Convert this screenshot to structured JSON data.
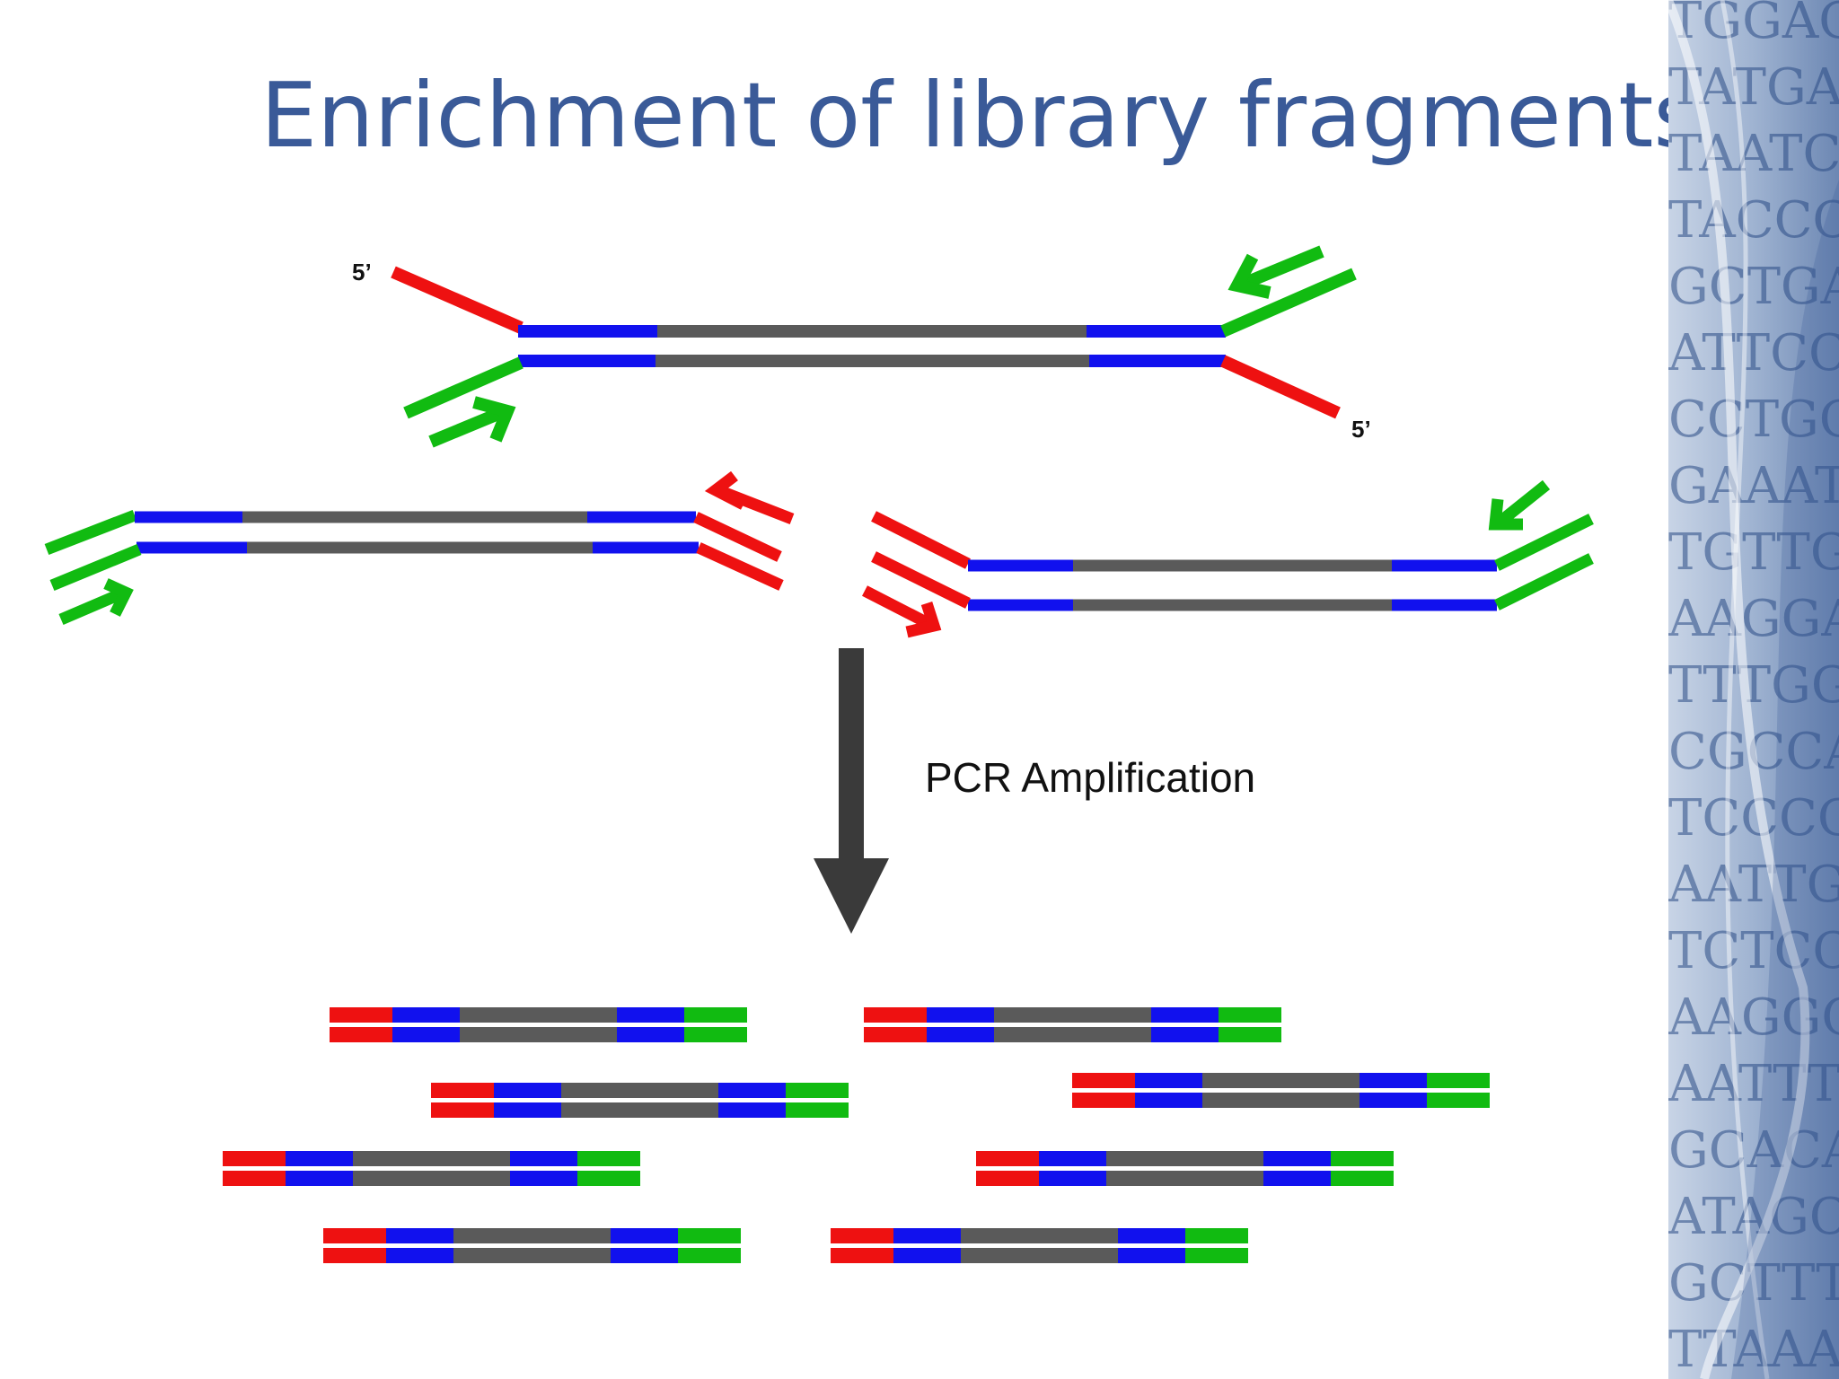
{
  "slide": {
    "title": "Enrichment of library fragments"
  },
  "diagram": {
    "five_prime_top": "5’",
    "five_prime_bottom": "5’",
    "step_label": "PCR Amplification",
    "colors": {
      "adapter_end": "#ee1111",
      "index": "#1111ee",
      "insert": "#5a5a5a",
      "primer": "#11bb11",
      "arrow": "#3a3a3a"
    }
  },
  "side_panel": {
    "sequence_rows": [
      "TGGAGA",
      "TATGAAGC",
      "TAATCTC",
      "TACCCCT",
      "GCTGAAAG",
      "ATTCCCCT",
      "CCTGGGAA",
      "GAAATTA",
      "TGTTGAA",
      "AAGGAG",
      "TTTGGG",
      "CGCCAG",
      "TCCCGC",
      "AATTGC",
      "TCTCCA",
      "AAGGCT",
      "AATTTGA",
      "GCACAA",
      "ATAGCA",
      "GCTTTT",
      "TTAAA"
    ],
    "color": "#2b4c86"
  }
}
